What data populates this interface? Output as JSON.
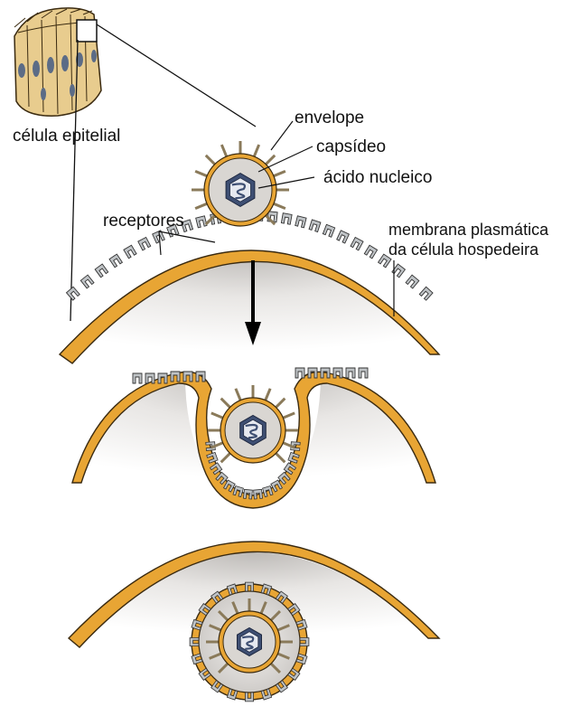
{
  "labels": {
    "epithelial_cell": "célula epitelial",
    "envelope": "envelope",
    "capsid": "capsídeo",
    "nucleic_acid": "ácido nucleico",
    "receptors": "receptores",
    "membrane_line1": "membrana plasmática",
    "membrane_line2": "da célula hospedeira"
  },
  "colors": {
    "membrane": "#E8A534",
    "membrane_outline": "#3a2a10",
    "cytoplasm": "#E6E4E2",
    "receptor": "#BFC3C6",
    "virus_inner": "#D9D6D2",
    "capsid": "#3E4F73",
    "nucleic_acid": "#9AA8C8",
    "epithelial_cell": "#E8CC8E",
    "nucleus": "#5C6C86",
    "arrow": "#000000"
  },
  "icons": [
    "down-arrow-icon"
  ]
}
